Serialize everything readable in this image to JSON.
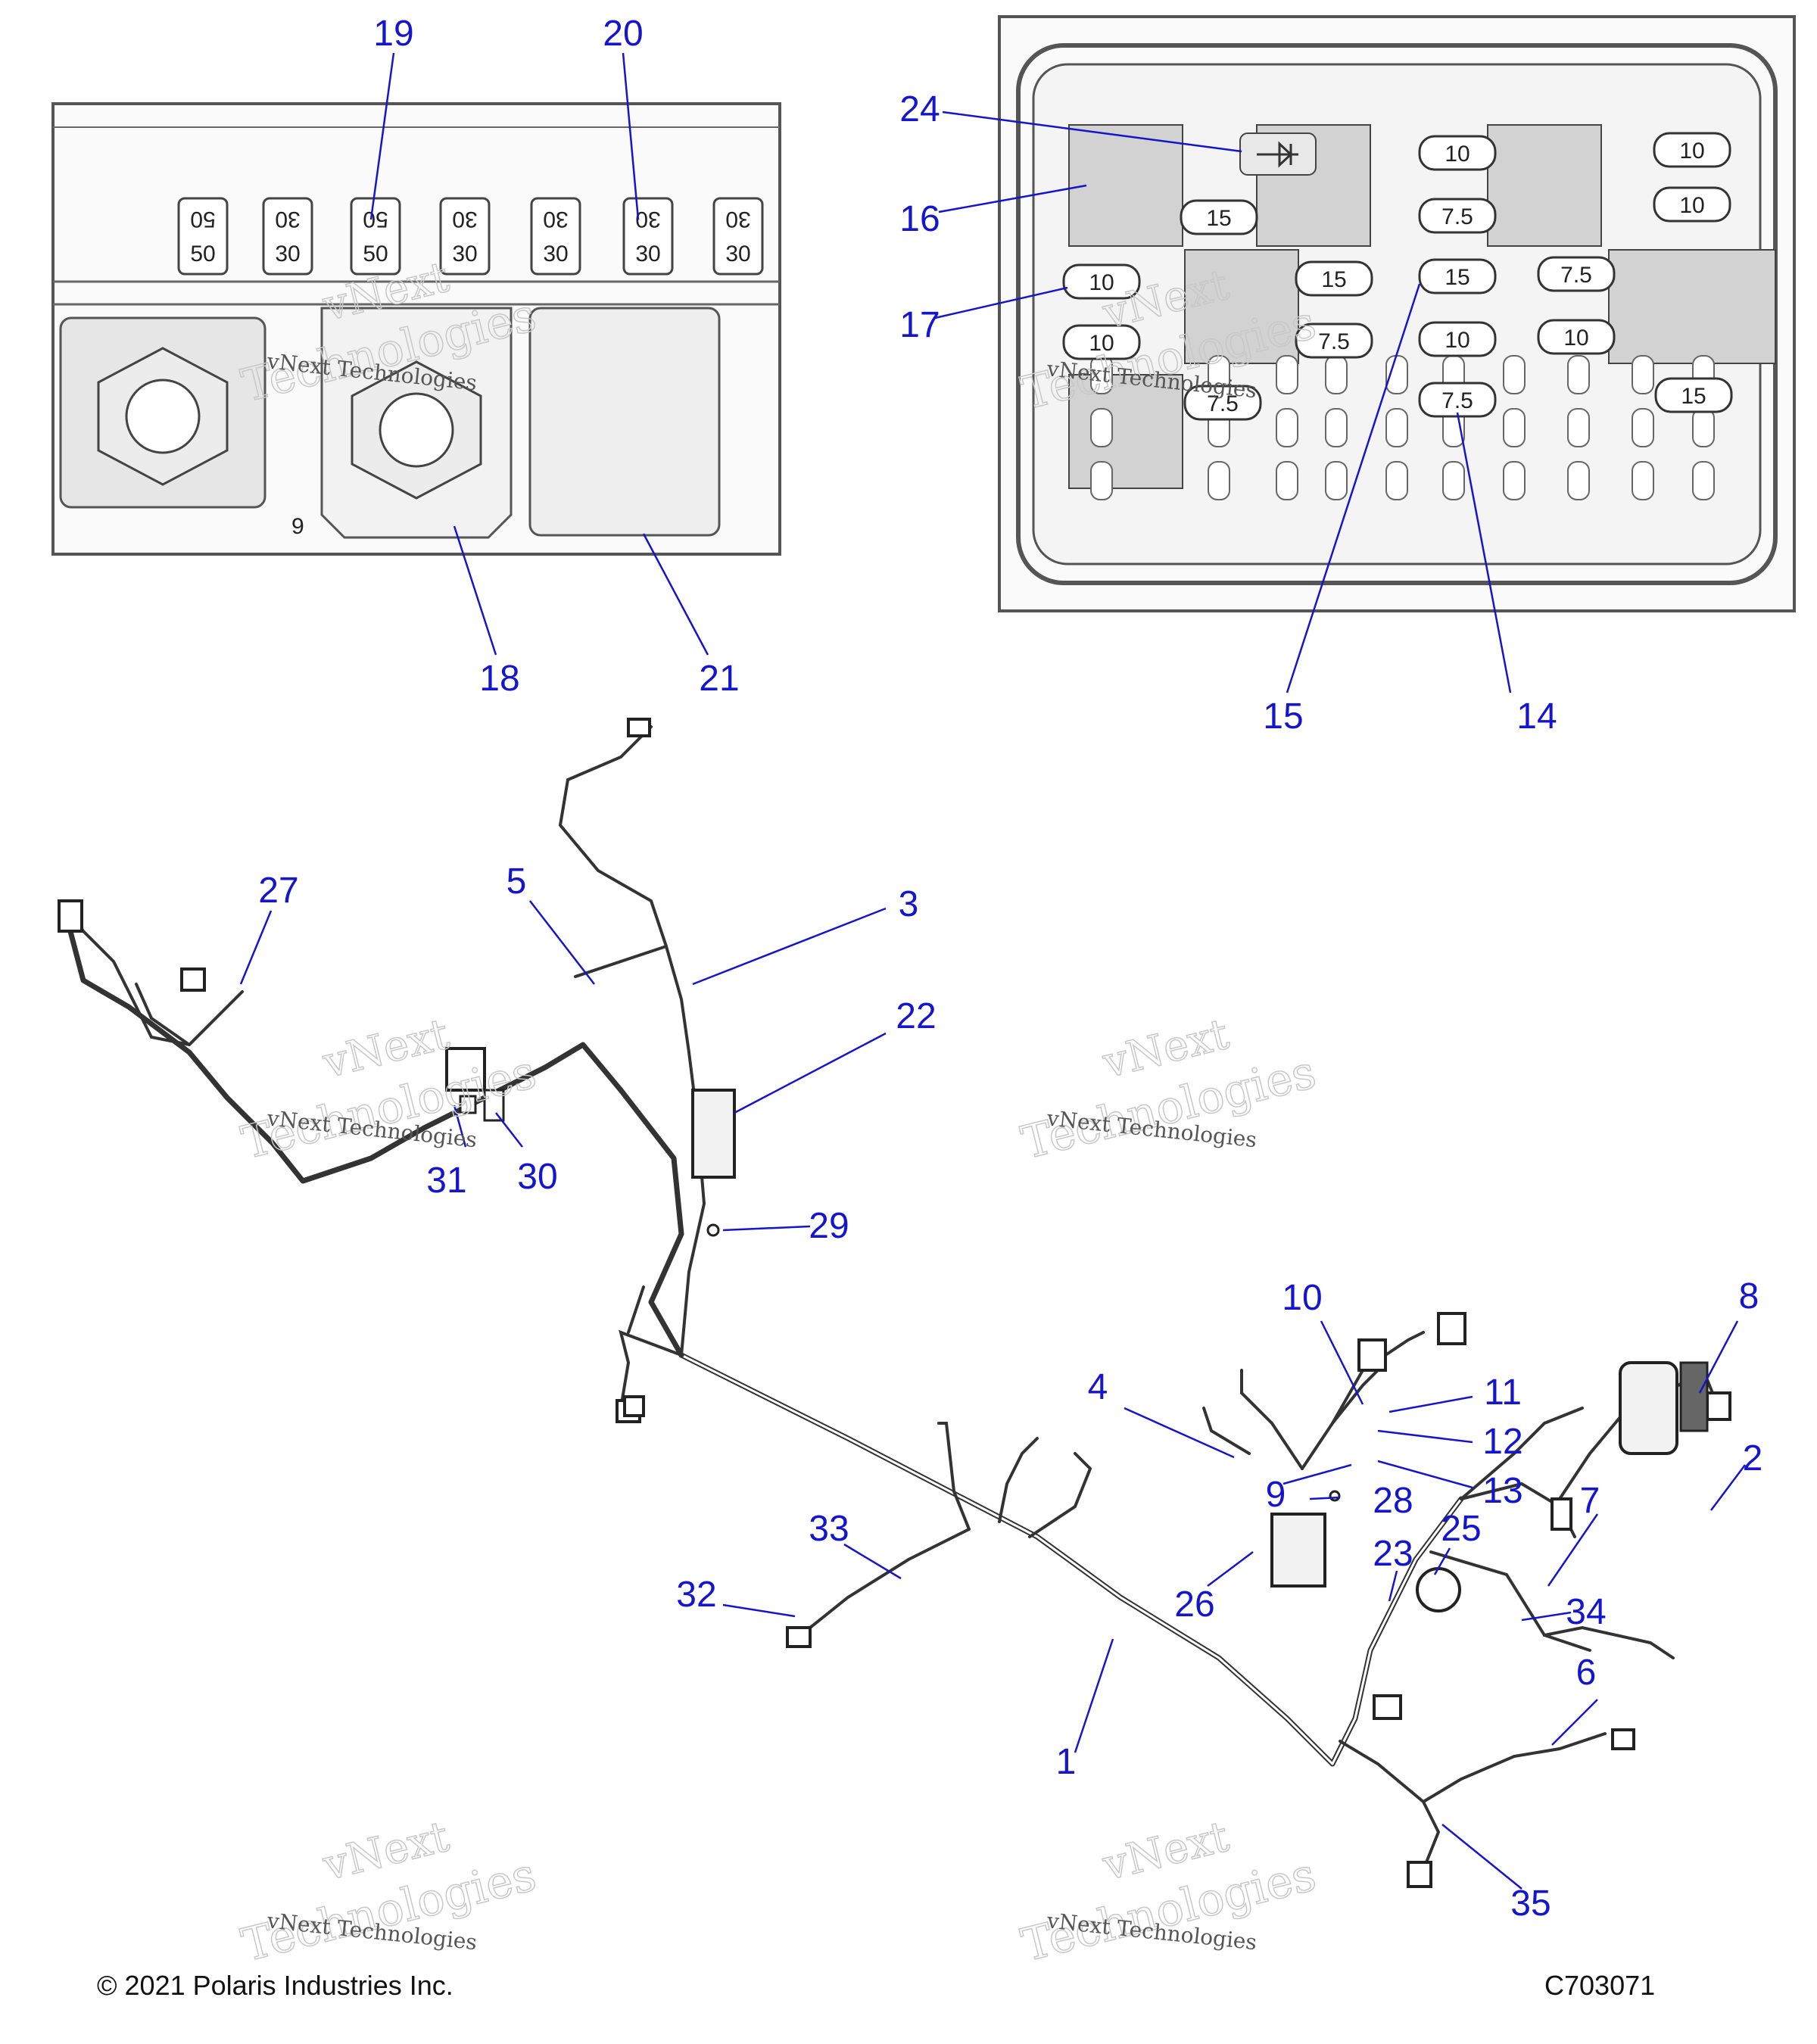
{
  "callouts": [
    {
      "id": "c19",
      "label": "19"
    },
    {
      "id": "c20",
      "label": "20"
    },
    {
      "id": "c18",
      "label": "18"
    },
    {
      "id": "c21",
      "label": "21"
    },
    {
      "id": "c24",
      "label": "24"
    },
    {
      "id": "c16",
      "label": "16"
    },
    {
      "id": "c17",
      "label": "17"
    },
    {
      "id": "c15",
      "label": "15"
    },
    {
      "id": "c14",
      "label": "14"
    },
    {
      "id": "c27",
      "label": "27"
    },
    {
      "id": "c5",
      "label": "5"
    },
    {
      "id": "c3",
      "label": "3"
    },
    {
      "id": "c22",
      "label": "22"
    },
    {
      "id": "c31",
      "label": "31"
    },
    {
      "id": "c30",
      "label": "30"
    },
    {
      "id": "c29",
      "label": "29"
    },
    {
      "id": "c10",
      "label": "10"
    },
    {
      "id": "c8",
      "label": "8"
    },
    {
      "id": "c4",
      "label": "4"
    },
    {
      "id": "c11",
      "label": "11"
    },
    {
      "id": "c12",
      "label": "12"
    },
    {
      "id": "c13",
      "label": "13"
    },
    {
      "id": "c9",
      "label": "9"
    },
    {
      "id": "c28",
      "label": "28"
    },
    {
      "id": "c2",
      "label": "2"
    },
    {
      "id": "c7",
      "label": "7"
    },
    {
      "id": "c33",
      "label": "33"
    },
    {
      "id": "c25",
      "label": "25"
    },
    {
      "id": "c23",
      "label": "23"
    },
    {
      "id": "c32",
      "label": "32"
    },
    {
      "id": "c26",
      "label": "26"
    },
    {
      "id": "c34",
      "label": "34"
    },
    {
      "id": "c6",
      "label": "6"
    },
    {
      "id": "c1",
      "label": "1"
    },
    {
      "id": "c35",
      "label": "35"
    }
  ],
  "left_fuse_block": {
    "top_row": [
      "50",
      "30",
      "50",
      "30",
      "30",
      "30",
      "30"
    ],
    "bottom_row": [
      "50",
      "30",
      "50",
      "30",
      "30",
      "30",
      "30"
    ],
    "marker": "9"
  },
  "right_fuse_box": {
    "fuses": [
      "10",
      "7.5",
      "10",
      "10",
      "15",
      "10",
      "15",
      "15",
      "7.5",
      "10",
      "7.5",
      "10",
      "10",
      "7.5",
      "7.5",
      "15"
    ]
  },
  "watermark": {
    "brand": "vNext Technologies",
    "line1": "vNext",
    "line2": "Technologies"
  },
  "footer": {
    "copyright": "© 2021 Polaris Industries Inc.",
    "code": "C703071"
  },
  "colors": {
    "callout": "#1515cc",
    "line": "#333333"
  }
}
